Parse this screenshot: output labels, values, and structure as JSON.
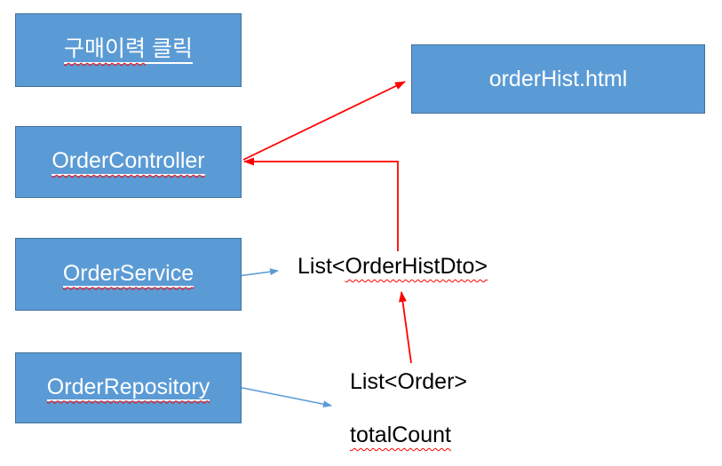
{
  "colors": {
    "box_fill": "#5b9bd5",
    "box_border": "#41719c",
    "box_text": "#ffffff",
    "red_arrow": "#ff0000",
    "blue_arrow": "#5b9bd5",
    "spellcheck_squiggle": "#ff0000",
    "free_text": "#000000"
  },
  "boxes": {
    "click": {
      "label": "구매이력 클릭",
      "label_wavy": "구매이력",
      "label_rest": " 클릭"
    },
    "controller": {
      "label": "OrderController"
    },
    "service": {
      "label": "OrderService"
    },
    "repository": {
      "label": "OrderRepository"
    },
    "orderhist": {
      "label": "orderHist.html"
    }
  },
  "texts": {
    "list_orderhistdto": {
      "prefix": "List<",
      "wavy": "OrderHistDto>"
    },
    "list_order": "List<Order>",
    "total_count": "totalCount"
  },
  "arrows": [
    {
      "name": "controller-to-orderhist",
      "color": "red",
      "from": "OrderController",
      "to": "orderHist.html",
      "style": "straight"
    },
    {
      "name": "listdto-to-controller",
      "color": "red",
      "from": "List<OrderHistDto>",
      "to": "OrderController",
      "style": "elbow"
    },
    {
      "name": "listorder-to-listdto",
      "color": "red",
      "from": "List<Order>",
      "to": "List<OrderHistDto>",
      "style": "straight"
    },
    {
      "name": "service-to-listdto",
      "color": "blue",
      "from": "OrderService",
      "to": "List<OrderHistDto>",
      "style": "straight"
    },
    {
      "name": "repository-to-results",
      "color": "blue",
      "from": "OrderRepository",
      "to": "List<Order> / totalCount",
      "style": "straight"
    }
  ]
}
